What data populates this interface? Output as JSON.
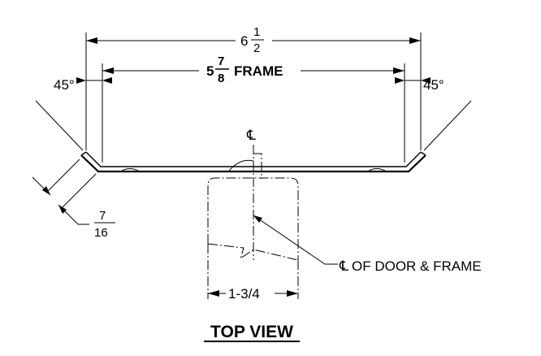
{
  "overall_width": {
    "whole": "6",
    "num": "1",
    "den": "2"
  },
  "frame_width": {
    "whole": "5",
    "num": "7",
    "den": "8",
    "suffix": "FRAME"
  },
  "angle_left": "45°",
  "angle_right": "45°",
  "return_depth": {
    "num": "7",
    "den": "16"
  },
  "centerline_mark": "℄",
  "door_thickness": "1-3/4",
  "callout": {
    "symbol": "℄",
    "text": "OF DOOR & FRAME"
  },
  "view_title": "TOP VIEW"
}
